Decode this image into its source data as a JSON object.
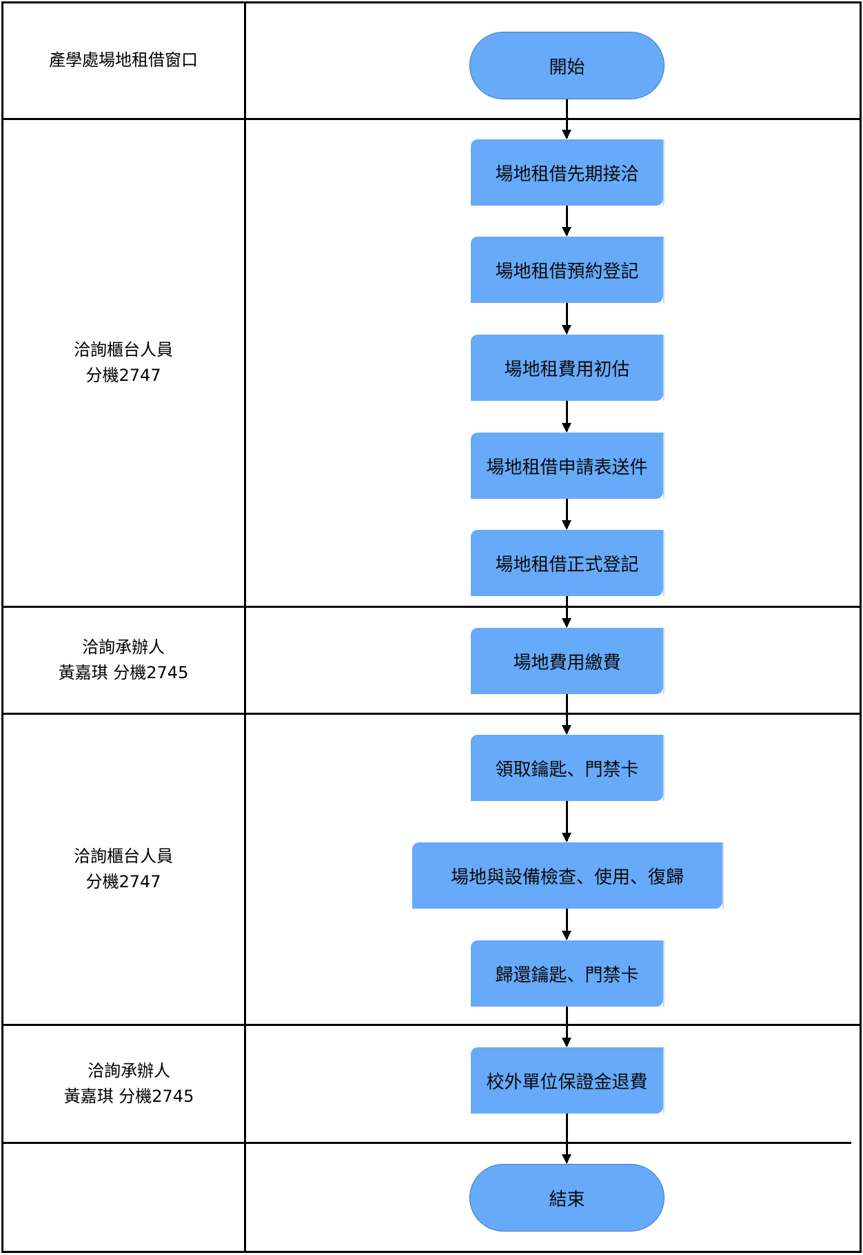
{
  "lanes": [
    {
      "lines": [
        "產學處場地租借窗口"
      ]
    },
    {
      "lines": [
        "洽詢櫃台人員",
        "分機2747"
      ]
    },
    {
      "lines": [
        "洽詢承辦人",
        "黃嘉琪 分機2745"
      ]
    },
    {
      "lines": [
        "洽詢櫃台人員",
        "分機2747"
      ]
    },
    {
      "lines": [
        "洽詢承辦人",
        "黃嘉琪 分機2745"
      ]
    },
    {
      "lines": []
    }
  ],
  "steps": {
    "start": "開始",
    "s1": "場地租借先期接洽",
    "s2": "場地租借預約登記",
    "s3": "場地租費用初估",
    "s4": "場地租借申請表送件",
    "s5": "場地租借正式登記",
    "s6": "場地費用繳費",
    "s7": "領取鑰匙、門禁卡",
    "s8": "場地與設備檢查、使用、復歸",
    "s9": "歸還鑰匙、門禁卡",
    "s10": "校外單位保證金退費",
    "end": "結束"
  },
  "colors": {
    "box_fill": "#66aaf9",
    "line": "#000000"
  }
}
